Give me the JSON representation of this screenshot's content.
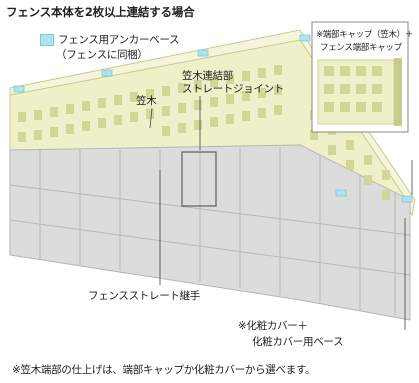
{
  "title": "フェンス本体を2枚以上連結する場合",
  "labels": {
    "anchor_base_line1": "フェンス用アンカーベース",
    "anchor_base_line2": "（フェンスに同梱）",
    "kasagi": "笠木",
    "joint_line1": "笠木連結部",
    "joint_line2": "ストレートジョイント",
    "straight_joint": "フェンスストレート継手",
    "cover_line1": "※化粧カバー＋",
    "cover_line2": "化粧カバー用ベース",
    "inset_line1": "※端部キャップ（笠木）＋",
    "inset_line2": "フェンス端部キャップ"
  },
  "footnote": "※笠木端部の仕上げは、端部キャップか化粧カバーから選べます。",
  "colors": {
    "fence": "#eef0c8",
    "fence_shadow": "#c7cb8f",
    "block": "#dcdcdc",
    "block_line": "#b5b5b5",
    "anchor": "#aee3ee"
  }
}
